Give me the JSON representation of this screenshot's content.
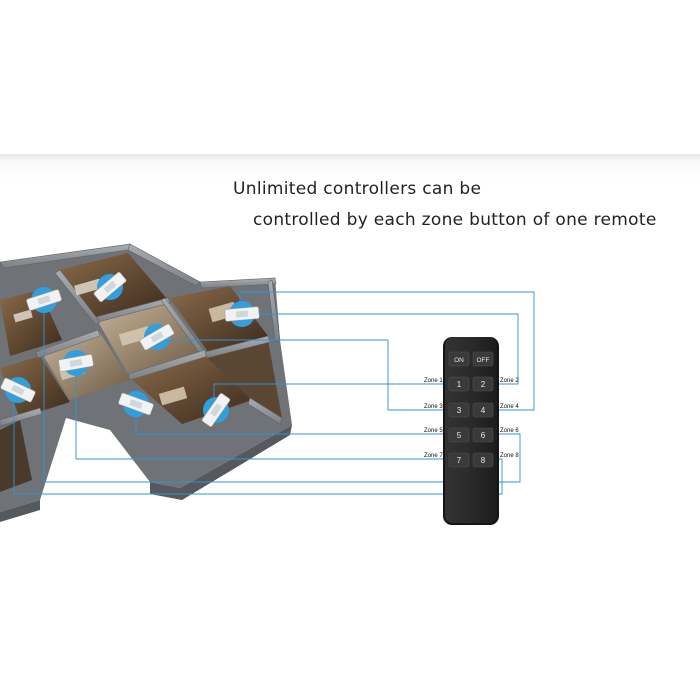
{
  "headline": {
    "line1": "Unlimited controllers can be",
    "line2": "controlled by each zone button of one remote"
  },
  "remote": {
    "on_label": "ON",
    "off_label": "OFF",
    "buttons": [
      "1",
      "2",
      "3",
      "4",
      "5",
      "6",
      "7",
      "8"
    ]
  },
  "zones": [
    "Zone 1",
    "Zone 2",
    "Zone 3",
    "Zone 4",
    "Zone 5",
    "Zone 6",
    "Zone 7",
    "Zone 8"
  ],
  "colors": {
    "wire": "#2f94d6",
    "remote_body": "#2a2a2a",
    "controller_badge": "#2f9fe0"
  }
}
